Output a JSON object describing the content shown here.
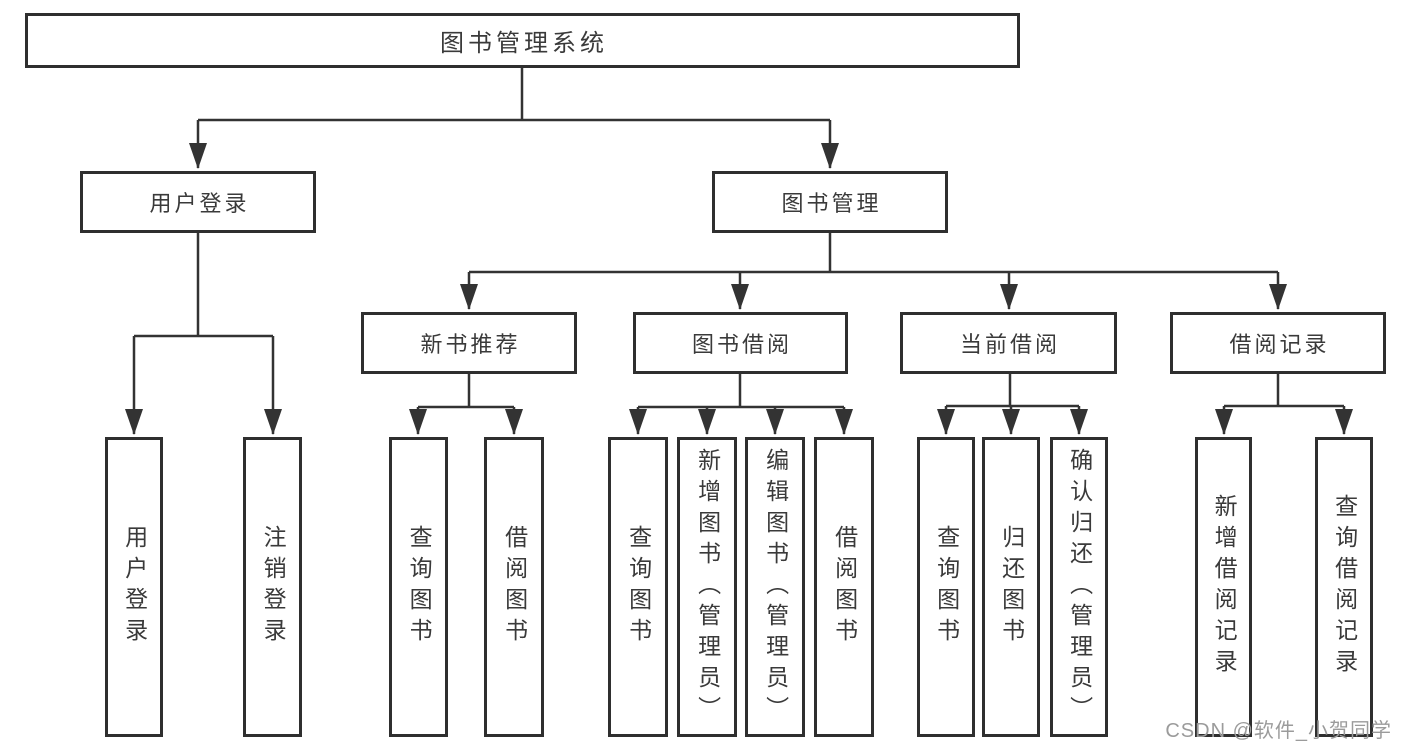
{
  "diagram": {
    "kind": "hierarchy-diagram",
    "tree": {
      "label": "图书管理系统",
      "children": [
        {
          "label": "用户登录",
          "children": [
            {
              "label": "用户登录"
            },
            {
              "label": "注销登录"
            }
          ]
        },
        {
          "label": "图书管理",
          "children": [
            {
              "label": "新书推荐",
              "children": [
                {
                  "label": "查询图书"
                },
                {
                  "label": "借阅图书"
                }
              ]
            },
            {
              "label": "图书借阅",
              "children": [
                {
                  "label": "查询图书"
                },
                {
                  "label": "新增图书（管理员）"
                },
                {
                  "label": "编辑图书（管理员）"
                },
                {
                  "label": "借阅图书"
                }
              ]
            },
            {
              "label": "当前借阅",
              "children": [
                {
                  "label": "查询图书"
                },
                {
                  "label": "归还图书"
                },
                {
                  "label": "确认归还（管理员）"
                }
              ]
            },
            {
              "label": "借阅记录",
              "children": [
                {
                  "label": "新增借阅记录"
                },
                {
                  "label": "查询借阅记录"
                }
              ]
            }
          ]
        }
      ]
    },
    "colors": {
      "line": "#333333",
      "box_border": "#2f2f2f",
      "text": "#3a3a3a",
      "watermark": "#9b9b9b",
      "background": "#ffffff"
    }
  },
  "watermark": {
    "text": "CSDN @软件_小贺同学"
  }
}
